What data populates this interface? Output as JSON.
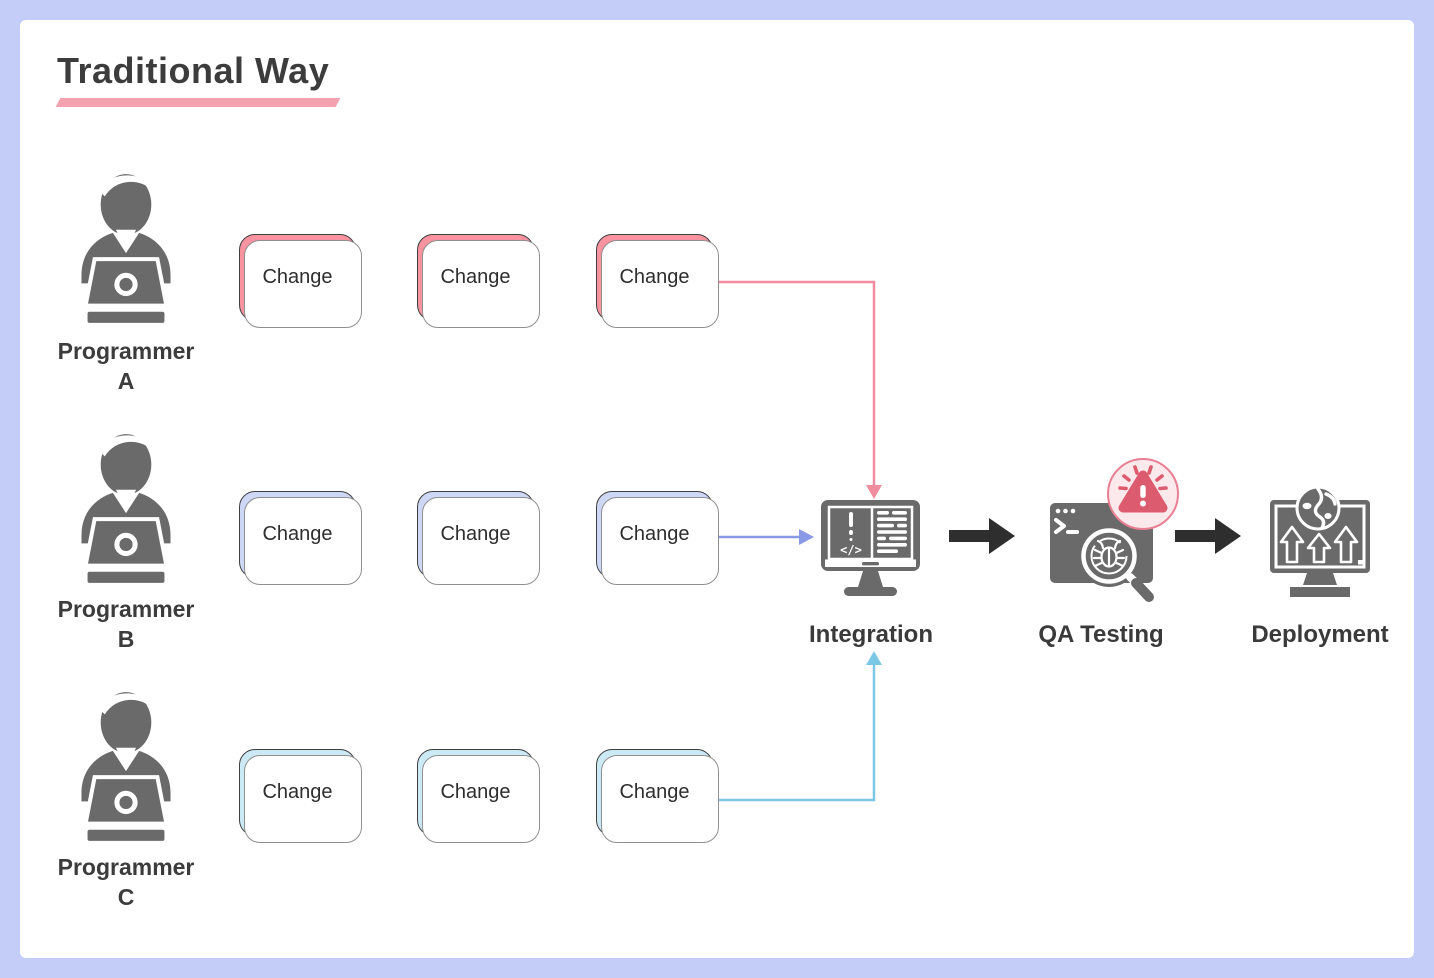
{
  "title": "Traditional Way",
  "colors": {
    "frame": "#c4cdf8",
    "canvas": "#ffffff",
    "title_text": "#3c3c3c",
    "title_underline": "#f4a2af",
    "box_pink": "#f8939f",
    "box_lavender": "#ced7f6",
    "box_cyan": "#cbeaf6",
    "icon_gray": "#6a6a6a",
    "black_arrow": "#2e2e2e",
    "flow_a": "#f28da0",
    "flow_b": "#8a99e6",
    "flow_c": "#7cc7e6",
    "badge_fill": "#fbe9ec",
    "badge_ring": "#e97f92",
    "badge_red": "#dc5b6f"
  },
  "rows": [
    {
      "name": "Programmer",
      "letter": "A",
      "changes": [
        "Change",
        "Change",
        "Change"
      ]
    },
    {
      "name": "Programmer",
      "letter": "B",
      "changes": [
        "Change",
        "Change",
        "Change"
      ]
    },
    {
      "name": "Programmer",
      "letter": "C",
      "changes": [
        "Change",
        "Change",
        "Change"
      ]
    }
  ],
  "pipeline": {
    "integration_label": "Integration",
    "qa_label": "QA Testing",
    "deployment_label": "Deployment"
  }
}
